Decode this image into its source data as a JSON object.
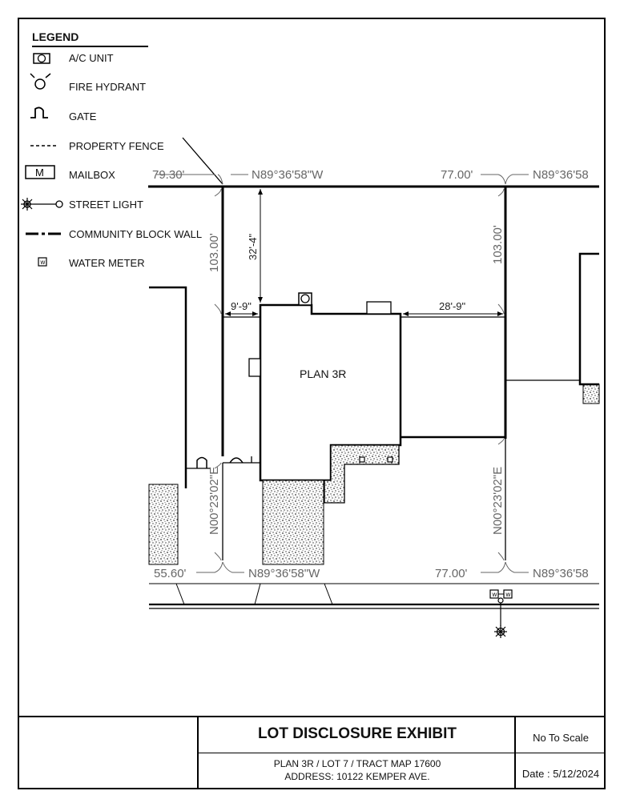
{
  "legend": {
    "title": "LEGEND",
    "items": [
      {
        "label": "A/C UNIT",
        "icon": "ac-unit-icon"
      },
      {
        "label": "FIRE HYDRANT",
        "icon": "fire-hydrant-icon"
      },
      {
        "label": "GATE",
        "icon": "gate-icon"
      },
      {
        "label": "PROPERTY FENCE",
        "icon": "property-fence-icon"
      },
      {
        "label": "MAILBOX",
        "icon": "mailbox-icon",
        "symbol": "M"
      },
      {
        "label": "STREET LIGHT",
        "icon": "street-light-icon"
      },
      {
        "label": "COMMUNITY BLOCK WALL",
        "icon": "block-wall-icon"
      },
      {
        "label": "WATER METER",
        "icon": "water-meter-icon",
        "symbol": "w"
      }
    ]
  },
  "plan": {
    "building_label": "PLAN 3R",
    "dims": {
      "top_left_length": "79.30'",
      "top_bearing": "N89°36'58\"W",
      "top_right_length": "77.00'",
      "top_right_bearing": "N89°36'58",
      "left_side": "103.00'",
      "right_side": "103.00'",
      "front_setback": "32'-4\"",
      "left_side_setback": "9'-9\"",
      "right_side_setback": "28'-9\"",
      "left_bearing": "N00°23'02\"E",
      "right_bearing": "N00°23'02\"E",
      "bottom_left_length": "55.60'",
      "bottom_bearing": "N89°36'58\"W",
      "bottom_right_length": "77.00'",
      "bottom_right_bearing": "N89°36'58"
    },
    "meter_symbol": "w"
  },
  "titleblock": {
    "title": "LOT DISCLOSURE EXHIBIT",
    "line1": "PLAN 3R / LOT 7 / TRACT MAP 17600",
    "line2": "ADDRESS: 10122 KEMPER AVE.",
    "scale": "No To Scale",
    "date": "Date : 5/12/2024"
  }
}
